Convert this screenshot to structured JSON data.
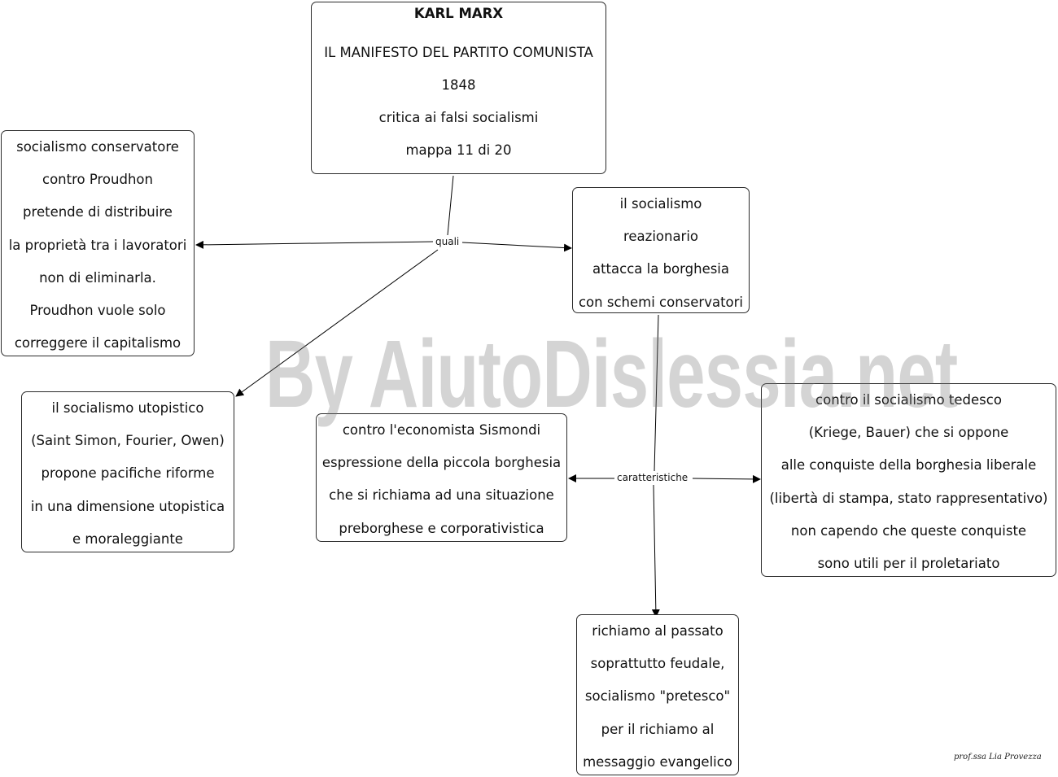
{
  "central": {
    "title": "KARL MARX",
    "lines": [
      "",
      "IL MANIFESTO DEL PARTITO COMUNISTA",
      "1848",
      "critica ai falsi socialismi",
      "mappa 11 di 20"
    ]
  },
  "nodes": {
    "conservatore": [
      "socialismo conservatore",
      "contro Proudhon",
      "pretende di distribuire",
      "la proprietà tra i lavoratori",
      "non di eliminarla.",
      "Proudhon vuole solo",
      "correggere il capitalismo"
    ],
    "reazionario": [
      "il socialismo",
      "reazionario",
      "attacca la borghesia",
      "con schemi conservatori"
    ],
    "utopistico": [
      "il socialismo utopistico",
      "(Saint Simon, Fourier, Owen)",
      "propone pacifiche riforme",
      "in una dimensione utopistica",
      "e moraleggiante"
    ],
    "sismondi": [
      "contro l'economista Sismondi",
      "espressione della piccola borghesia",
      "che si richiama ad una situazione",
      "preborghese e corporativistica"
    ],
    "tedesco": [
      "contro il socialismo tedesco",
      "(Kriege, Bauer) che si oppone",
      "alle conquiste della borghesia liberale",
      "(libertà di stampa, stato rappresentativo)",
      "non capendo che queste conquiste",
      "sono utili per il proletariato"
    ],
    "passato": [
      "richiamo al passato",
      "soprattutto feudale,",
      "socialismo \"pretesco\"",
      "per il richiamo al",
      "messaggio evangelico"
    ]
  },
  "link_labels": {
    "quali": "quali",
    "caratteristiche": "caratteristiche"
  },
  "watermark": "By AiutoDislessia.net",
  "signature": "prof.ssa Lia Provezza"
}
